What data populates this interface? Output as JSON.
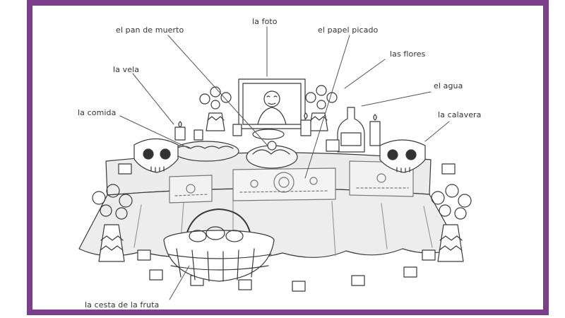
{
  "frame_color": "#7b3f8c",
  "labels": {
    "foto": "la foto",
    "pan_de_muerto": "el pan de muerto",
    "papel_picado": "el papel picado",
    "flores": "las flores",
    "vela": "la vela",
    "agua": "el agua",
    "comida": "la comida",
    "calavera": "la calavera",
    "cesta": "la cesta de la fruta"
  }
}
